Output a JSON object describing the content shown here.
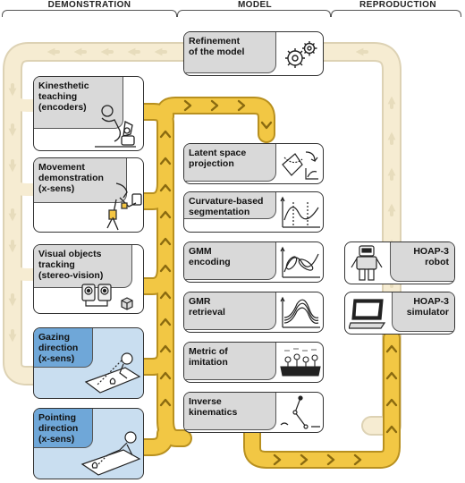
{
  "headers": {
    "demonstration": "DEMONSTRATION",
    "model": "MODEL",
    "reproduction": "REPRODUCTION"
  },
  "boxes": {
    "refinement": "Refinement\nof the model",
    "kinesthetic": "Kinesthetic\nteaching\n(encoders)",
    "movement": "Movement\ndemonstration\n(x-sens)",
    "visual": "Visual objects\ntracking\n(stereo-vision)",
    "gazing": "Gazing\ndirection\n(x-sens)",
    "pointing": "Pointing\ndirection\n(x-sens)",
    "latent": "Latent space\nprojection",
    "curvature": "Curvature-based\nsegmentation",
    "gmm": "GMM\nencoding",
    "gmr": "GMR\nretrieval",
    "metric": "Metric of\nimitation",
    "inverse": "Inverse\nkinematics",
    "hoap_robot": "HOAP-3\nrobot",
    "hoap_sim": "HOAP-3\nsimulator"
  },
  "colors": {
    "flow": "#f2c744",
    "flow_edge": "#b8901f",
    "feedback": "#f6ecd2",
    "feedback_edge": "#ddd2b4",
    "gray_label": "#d9d9d9",
    "blue_box": "#c9def0",
    "blue_label": "#6fa7d8"
  },
  "icons": [
    "gears-icon",
    "robot-arm-icon",
    "sensor-arm-icon",
    "cameras-icon",
    "gaze-icon",
    "pointing-icon",
    "projection-icon",
    "curvature-icon",
    "gmm-icon",
    "gmr-icon",
    "metric-icon",
    "kinematics-icon",
    "robot-icon",
    "monitor-icon"
  ]
}
